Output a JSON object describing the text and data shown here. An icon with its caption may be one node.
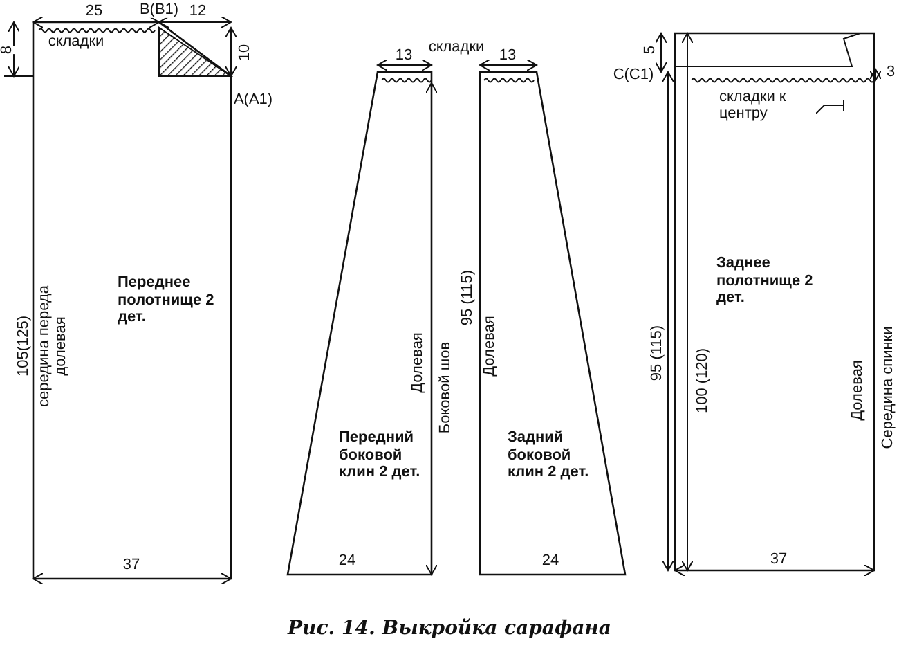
{
  "diagram": {
    "caption": "Рис. 14. Выкройка сарафана",
    "nodes": [
      {
        "text": [
          "Переднее полотнище 2 дет."
        ]
      },
      {
        "text": [
          "Передний боковой клин 2 дет."
        ]
      },
      {
        "text": [
          "Задний боковой клин 2 дет."
        ]
      },
      {
        "text": [
          "Заднее полотнище 2 дет."
        ]
      }
    ],
    "labels": [
      "25",
      "B(B1)",
      "12",
      "складки",
      "8",
      "10",
      "A(A1)",
      "складки",
      "13",
      "13",
      "C(C1)",
      "5",
      "3",
      "складки к центру",
      "105(125)",
      "середина переда",
      "долевая",
      "Долевая",
      "Боковой шов",
      "95 (115)",
      "Долевая",
      "95 (115)",
      "100 (120)",
      "Долевая",
      "Середина спинки",
      "37",
      "24",
      "24",
      "37"
    ]
  }
}
